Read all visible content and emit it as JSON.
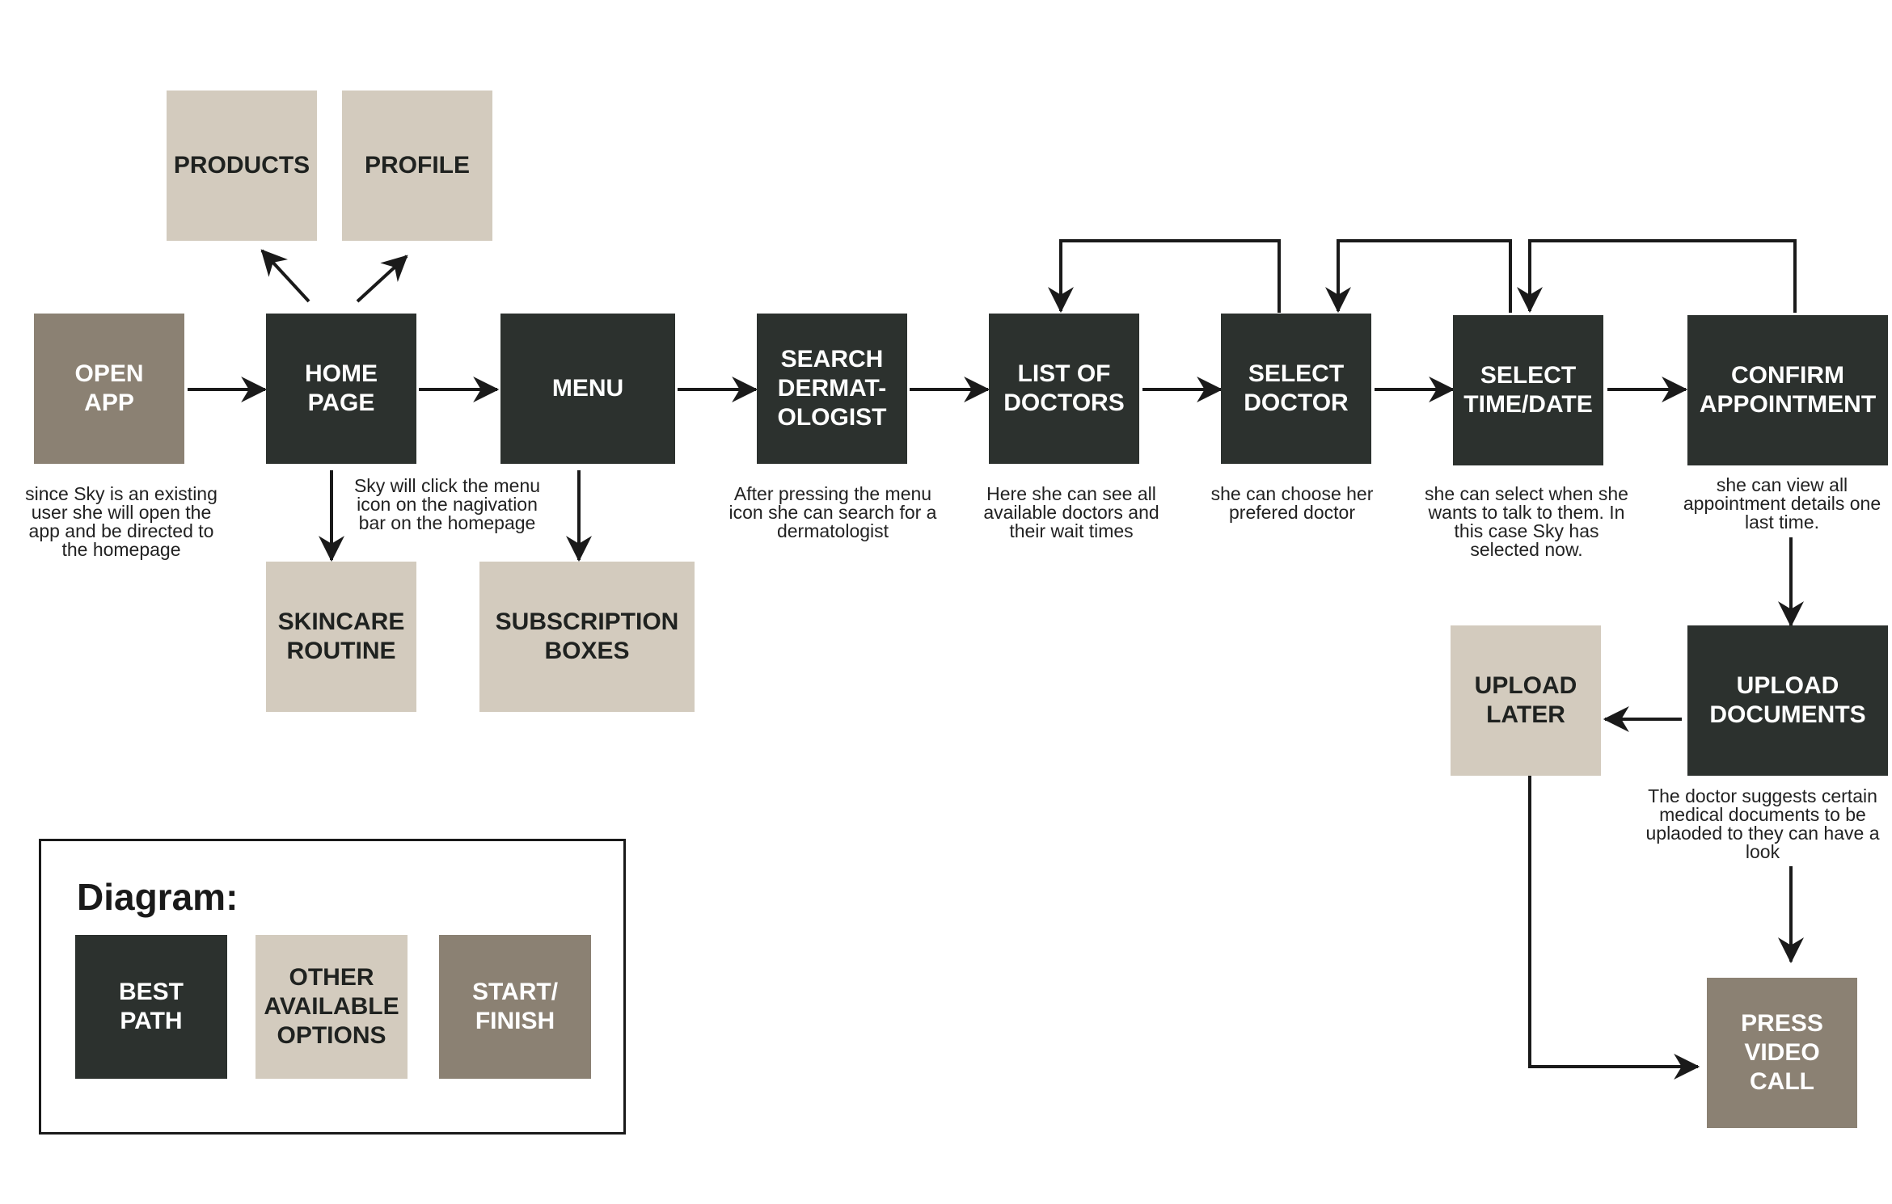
{
  "colors": {
    "best_path": "#2c312e",
    "other_options": "#d3cbbe",
    "start_finish": "#8b8173",
    "arrow": "#1a1a1a"
  },
  "nodes": {
    "products": "PRODUCTS",
    "profile": "PROFILE",
    "open_app": "OPEN\nAPP",
    "home_page": "HOME\nPAGE",
    "menu": "MENU",
    "search_dermatologist": "SEARCH\nDERMAT-\nOLOGIST",
    "list_of_doctors": "LIST OF\nDOCTORS",
    "select_doctor": "SELECT\nDOCTOR",
    "select_time_date": "SELECT\nTIME/DATE",
    "confirm_appointment": "CONFIRM\nAPPOINTMENT",
    "skincare_routine": "SKINCARE\nROUTINE",
    "subscription_boxes": "SUBSCRIPTION\nBOXES",
    "upload_later": "UPLOAD\nLATER",
    "upload_documents": "UPLOAD\nDOCUMENTS",
    "press_video_call": "PRESS\nVIDEO\nCALL"
  },
  "notes": {
    "open_app": "since Sky is an existing\nuser she will open the\napp and be directed  to\nthe homepage",
    "home_page": "Sky will click the menu\nicon on the nagivation\nbar on the homepage",
    "search": "After pressing the menu\nicon she can search for a\ndermatologist",
    "list_of_doctors": "Here she can see all\navailable doctors and\ntheir wait times",
    "select_doctor": "she can choose her\nprefered doctor",
    "select_time": "she can select when she\nwants to talk to them. In\nthis case Sky has\nselected now.",
    "confirm": "she can view all\nappointment details one\nlast time.",
    "upload_documents": "The doctor suggests certain\nmedical documents to be\nuplaoded to they can have a\nlook"
  },
  "legend": {
    "title": "Diagram:",
    "best_path": "BEST\nPATH",
    "other_options": "OTHER\nAVAILABLE\nOPTIONS",
    "start_finish": "START/\nFINISH"
  }
}
